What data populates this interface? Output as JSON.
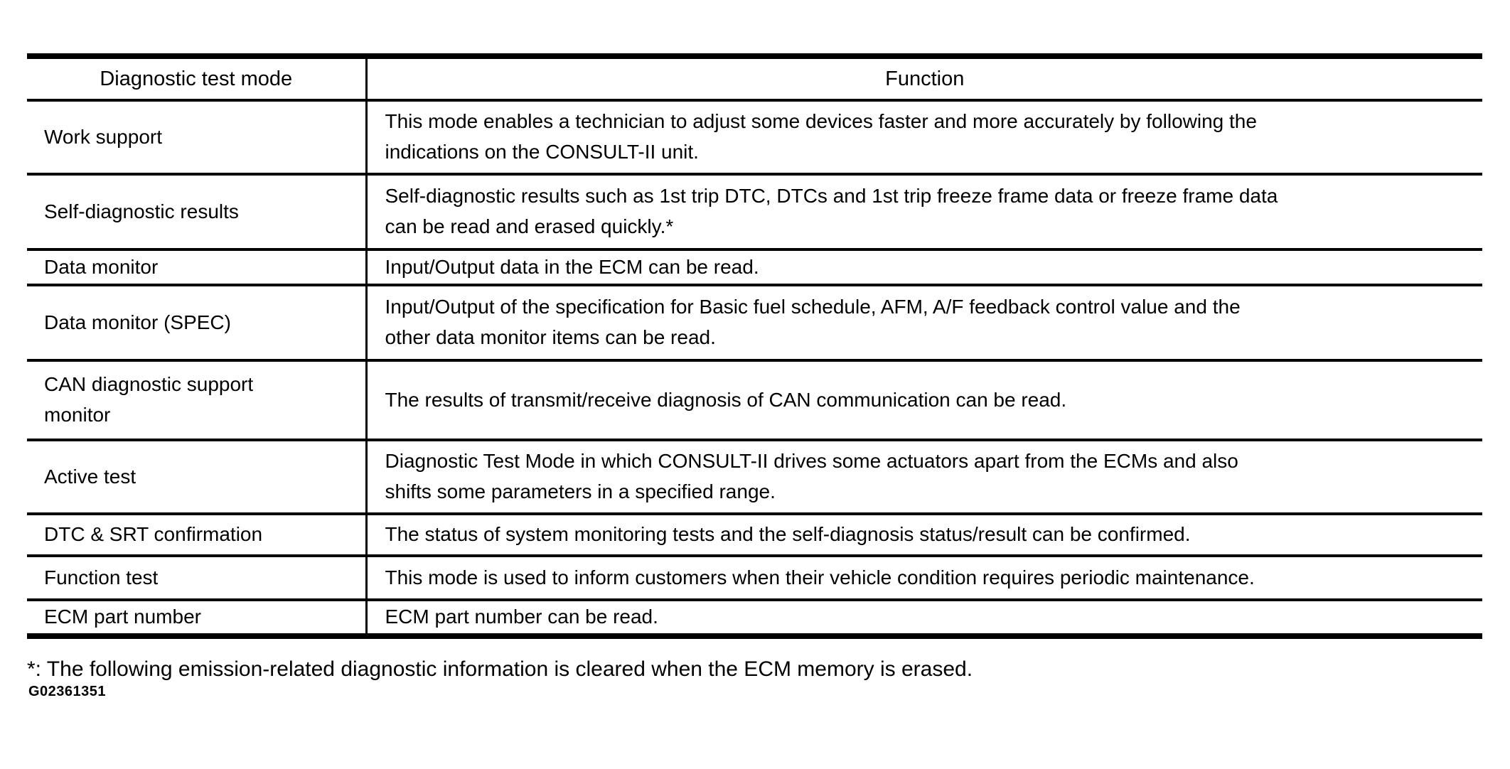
{
  "table": {
    "headers": {
      "mode": "Diagnostic test mode",
      "function": "Function"
    },
    "rows": [
      {
        "mode": "Work support",
        "function": "This mode enables a technician to adjust some devices faster and more accurately by following the\nindications on the CONSULT-II unit."
      },
      {
        "mode": "Self-diagnostic results",
        "function": "Self-diagnostic results such as 1st trip DTC, DTCs and 1st trip freeze frame data or freeze frame data\ncan be read and erased quickly.*"
      },
      {
        "mode": "Data monitor",
        "function": "Input/Output data in the ECM can be read."
      },
      {
        "mode": "Data monitor (SPEC)",
        "function": "Input/Output of the specification for Basic fuel schedule, AFM, A/F feedback control value and the\nother data monitor items can be read."
      },
      {
        "mode": "CAN diagnostic support\nmonitor",
        "function": "The results of transmit/receive diagnosis of CAN communication can be read."
      },
      {
        "mode": "Active test",
        "function": "Diagnostic Test Mode in which CONSULT-II drives some actuators apart from the ECMs and also\nshifts some parameters in a specified range."
      },
      {
        "mode": "DTC & SRT confirmation",
        "function": "The status of system monitoring tests and the self-diagnosis status/result can be confirmed."
      },
      {
        "mode": "Function test",
        "function": "This mode is used to inform customers when their vehicle condition requires periodic maintenance."
      },
      {
        "mode": "ECM part number",
        "function": "ECM part number can be read."
      }
    ]
  },
  "footnote": "*: The following emission-related diagnostic information is cleared when the ECM memory is erased.",
  "figure_id": "G02361351",
  "colors": {
    "text": "#000000",
    "border": "#000000",
    "background": "#ffffff"
  }
}
